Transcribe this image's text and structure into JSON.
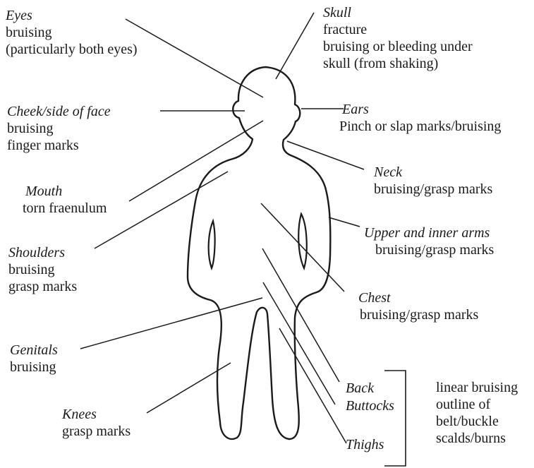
{
  "colors": {
    "ink": "#1a1a1a",
    "background": "#ffffff"
  },
  "labels": {
    "eyes": {
      "title": "Eyes",
      "lines": [
        "bruising",
        "(particularly both eyes)"
      ]
    },
    "skull": {
      "title": "Skull",
      "lines": [
        "fracture",
        "bruising or bleeding under",
        "skull (from shaking)"
      ]
    },
    "cheek": {
      "title": "Cheek/side of face",
      "lines": [
        "bruising",
        "finger marks"
      ]
    },
    "ears": {
      "title": "Ears",
      "lines": [
        "Pinch or slap marks/bruising"
      ]
    },
    "mouth": {
      "title": "Mouth",
      "lines": [
        "torn fraenulum"
      ]
    },
    "neck": {
      "title": "Neck",
      "lines": [
        "bruising/grasp marks"
      ]
    },
    "shoulders": {
      "title": "Shoulders",
      "lines": [
        "bruising",
        "grasp marks"
      ]
    },
    "upperarms": {
      "title": "Upper and inner arms",
      "lines": [
        "bruising/grasp marks"
      ]
    },
    "chest": {
      "title": "Chest",
      "lines": [
        "bruising/grasp marks"
      ]
    },
    "genitals": {
      "title": "Genitals",
      "lines": [
        "bruising"
      ]
    },
    "knees": {
      "title": "Knees",
      "lines": [
        "grasp marks"
      ]
    },
    "back": {
      "title": "Back"
    },
    "buttocks": {
      "title": "Buttocks"
    },
    "thighs": {
      "title": "Thighs"
    },
    "group": {
      "lines": [
        "linear bruising",
        "outline of",
        "belt/buckle",
        "scalds/burns"
      ]
    }
  }
}
